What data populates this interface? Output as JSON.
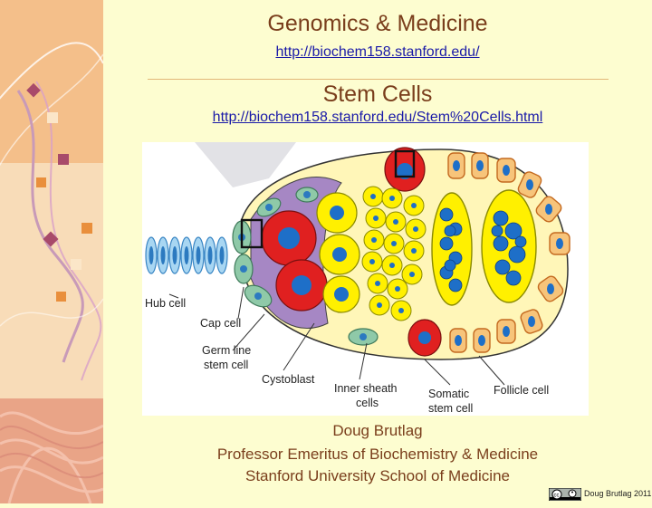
{
  "header": {
    "title": "Genomics & Medicine",
    "link": "http://biochem158.stanford.edu/"
  },
  "section": {
    "title": "Stem Cells",
    "link": "http://biochem158.stanford.edu/Stem%20Cells.html"
  },
  "figure": {
    "labels": {
      "hub_cell": "Hub cell",
      "cap_cell": "Cap cell",
      "germ_line_1": "Germ line",
      "germ_line_2": "stem cell",
      "cystoblast": "Cystoblast",
      "inner_sheath_1": "Inner sheath",
      "inner_sheath_2": "cells",
      "somatic_1": "Somatic",
      "somatic_2": "stem cell",
      "follicle_cell": "Follicle cell"
    }
  },
  "author": {
    "name": "Doug Brutlag",
    "position": "Professor Emeritus of Biochemistry & Medicine",
    "school": "Stanford University School of Medicine"
  },
  "footer": {
    "credit": "Doug Brutlag 2011",
    "license_icon": "creative-commons-badge"
  },
  "colors": {
    "background": "#fdfdd0",
    "sidebar": "#f5c79a",
    "title": "#7a3e1c",
    "link": "#1a1aa8",
    "germ_cell_red": "#e02020",
    "cyst_yellow": "#fff000",
    "nucleus_blue": "#1e6fc8",
    "follicle_orange": "#f08030",
    "cap_green": "#8fc9a8",
    "sheath_purple": "#a687c4"
  }
}
